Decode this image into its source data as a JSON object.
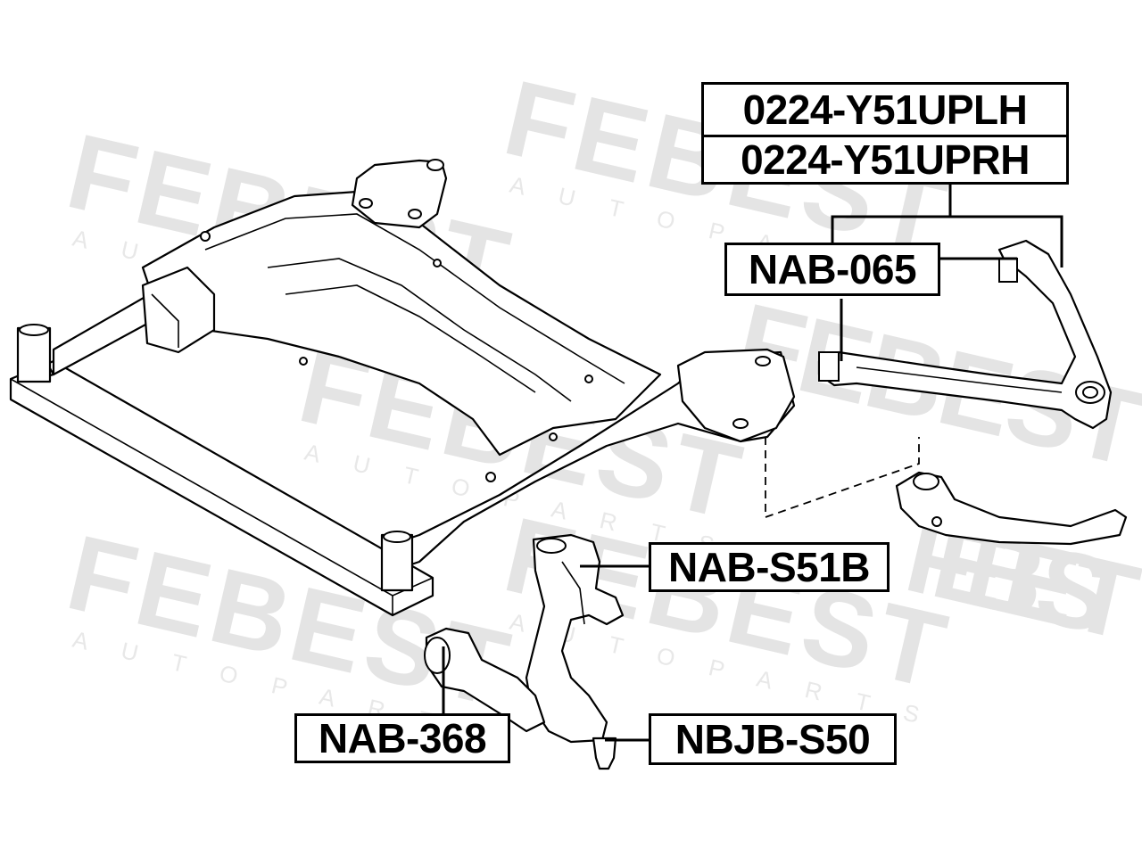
{
  "watermark": {
    "brand": "FEBEST",
    "sub": "A U T O   P A R T S"
  },
  "labels": {
    "upper_arm_lh": "0224-Y51UPLH",
    "upper_arm_rh": "0224-Y51UPRH",
    "upper_bushing": "NAB-065",
    "knuckle_bushing": "NAB-S51B",
    "lower_arm_bushing": "NAB-368",
    "ball_joint": "NBJB-S50"
  },
  "colors": {
    "line": "#000000",
    "background": "#ffffff",
    "watermark": "#e4e4e4"
  }
}
